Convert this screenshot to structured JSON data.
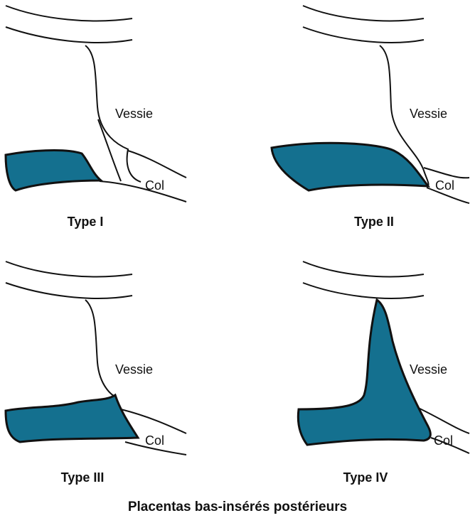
{
  "title": "Placentas bas-insérés postérieurs",
  "panels": [
    {
      "type_label": "Type I",
      "bladder_label": "Vessie",
      "cervix_label": "Col"
    },
    {
      "type_label": "Type II",
      "bladder_label": "Vessie",
      "cervix_label": "Col"
    },
    {
      "type_label": "Type III",
      "bladder_label": "Vessie",
      "cervix_label": "Col"
    },
    {
      "type_label": "Type IV",
      "bladder_label": "Vessie",
      "cervix_label": "Col"
    }
  ],
  "colors": {
    "placenta": "#14708f",
    "stroke": "#111111"
  }
}
